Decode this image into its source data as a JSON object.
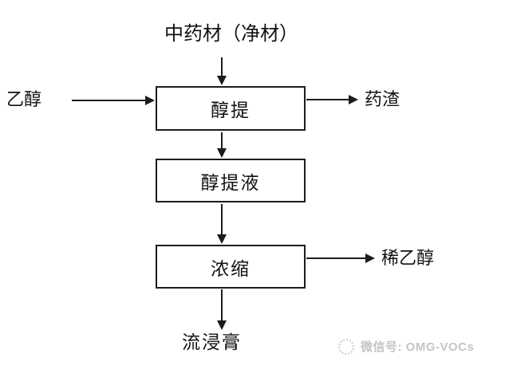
{
  "diagram": {
    "title": "中药材（净材）",
    "boxes": [
      {
        "id": "alcohol-extraction",
        "label": "醇提"
      },
      {
        "id": "alcohol-extract-liquid",
        "label": "醇提液"
      },
      {
        "id": "concentration",
        "label": "浓缩"
      }
    ],
    "inputs": {
      "ethanol": "乙醇"
    },
    "outputs": {
      "residue": "药渣",
      "dilute_ethanol": "稀乙醇",
      "fluid_extract": "流浸膏"
    },
    "colors": {
      "line": "#1c1c1c",
      "background": "#ffffff",
      "watermark": "#c4c4c4"
    }
  },
  "watermark": {
    "label": "微信号: OMG-VOCs"
  }
}
